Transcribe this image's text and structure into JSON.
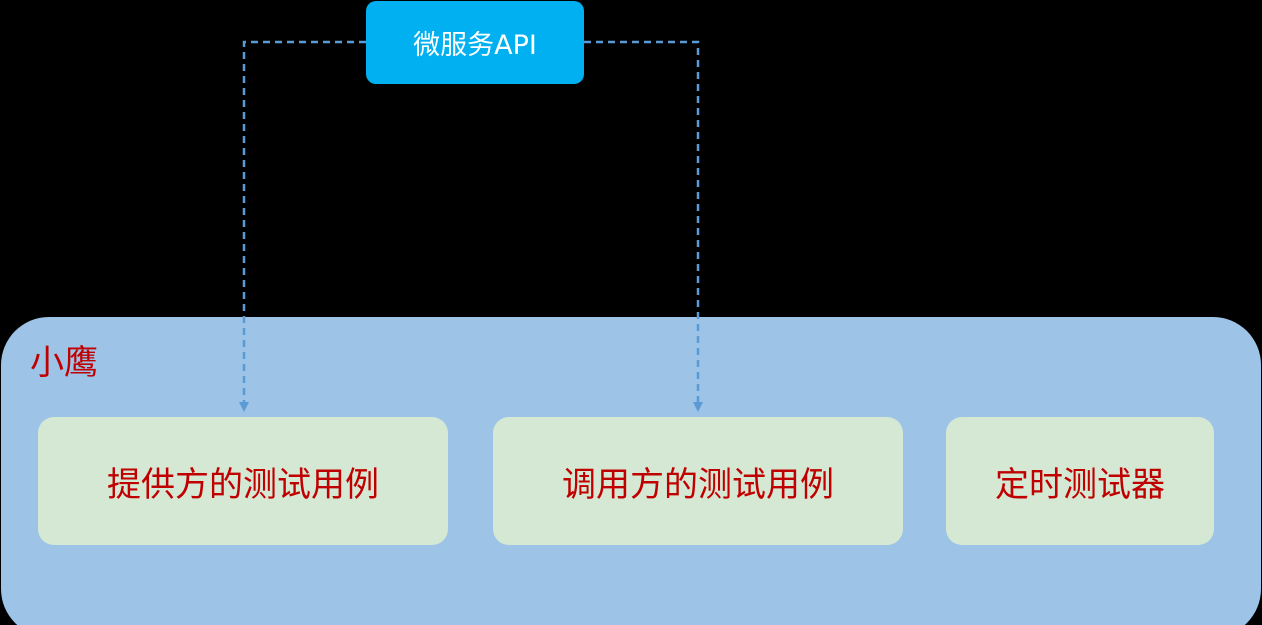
{
  "diagram": {
    "api": {
      "label": "微服务API"
    },
    "container": {
      "label": "小鹰"
    },
    "modules": [
      {
        "label": "提供方的测试用例"
      },
      {
        "label": "调用方的测试用例"
      },
      {
        "label": "定时测试器"
      }
    ],
    "colors": {
      "background": "#000000",
      "api_fill": "#00b0f0",
      "container_fill": "#9dc3e6",
      "module_fill": "#d5e8d4",
      "label_text": "#c00000",
      "connector": "#5b9bd5"
    }
  }
}
